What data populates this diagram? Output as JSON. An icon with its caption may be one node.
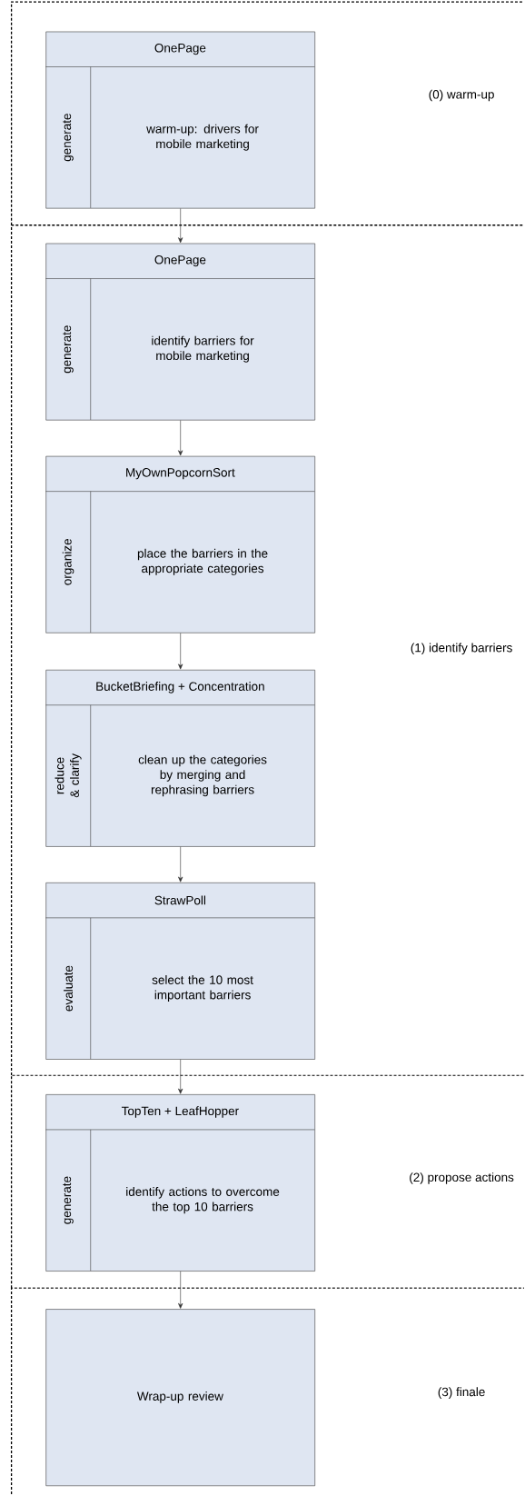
{
  "diagram": {
    "nodes": [
      {
        "text": [
          "(0) warm-up"
        ]
      },
      {
        "text": [
          "OnePage",
          "generate",
          "warm-up: drivers for mobile marketing"
        ],
        "in": 0
      },
      {
        "text": [
          "(1) identify barriers"
        ]
      },
      {
        "text": [
          "OnePage",
          "generate",
          "identify barriers for mobile marketing"
        ],
        "in": 2
      },
      {
        "text": [
          "MyOwnPopcornSort",
          "organize",
          "place the barriers in the appropriate categories"
        ],
        "in": 2
      },
      {
        "text": [
          "BucketBriefing + Concentration",
          "reduce & clarify",
          "clean up the categories by merging and rephrasing barriers"
        ],
        "in": 2
      },
      {
        "text": [
          "StrawPoll",
          "evaluate",
          "select the 10 most important barriers"
        ],
        "in": 2
      },
      {
        "text": [
          "(2) propose actions"
        ]
      },
      {
        "text": [
          "TopTen + LeafHopper",
          "generate",
          "identify actions to overcome the top 10 barriers"
        ],
        "in": 7
      },
      {
        "text": [
          "(3) finale"
        ]
      },
      {
        "text": [
          "Wrap-up review"
        ],
        "in": 9
      }
    ],
    "edges": [
      {
        "from": 1,
        "to": 3,
        "arrow": "to"
      },
      {
        "from": 3,
        "to": 4,
        "arrow": "to"
      },
      {
        "from": 4,
        "to": 5,
        "arrow": "to"
      },
      {
        "from": 5,
        "to": 6,
        "arrow": "to"
      },
      {
        "from": 6,
        "to": 8,
        "arrow": "to"
      },
      {
        "from": 8,
        "to": 10,
        "arrow": "to"
      }
    ]
  }
}
